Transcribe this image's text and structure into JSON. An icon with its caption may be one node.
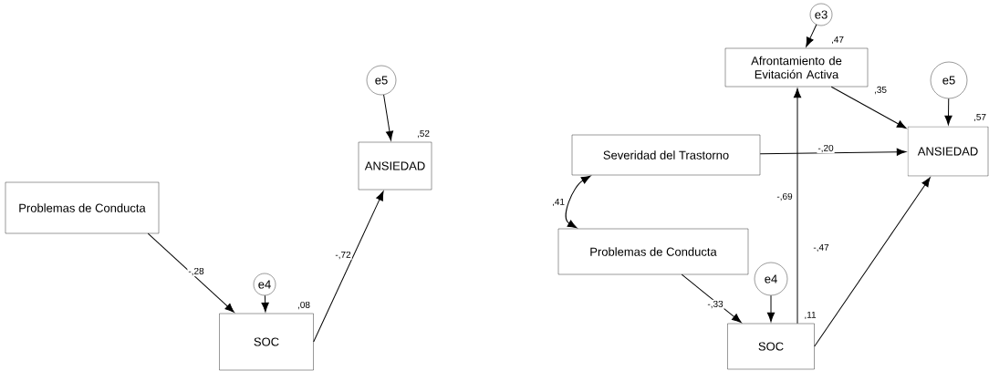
{
  "diagram": {
    "nodes": [
      {
        "text": [
          "Problemas de Conducta"
        ]
      },
      {
        "text": [
          "SOC"
        ],
        "beside": [
          ",08"
        ]
      },
      {
        "text": [
          "ANSIEDAD"
        ],
        "beside": [
          ",52"
        ]
      },
      {
        "text": [
          "e5"
        ]
      },
      {
        "text": [
          "e4"
        ]
      },
      {
        "text": [
          "e3"
        ]
      },
      {
        "text": [
          "Afrontamiento de Evitación Activa"
        ],
        "beside": [
          ",47"
        ]
      },
      {
        "text": [
          "e5"
        ]
      },
      {
        "text": [
          "ANSIEDAD"
        ],
        "beside": [
          ",57"
        ]
      },
      {
        "text": [
          "Severidad del Trastorno"
        ]
      },
      {
        "text": [
          "Problemas de Conducta"
        ]
      },
      {
        "text": [
          "e4"
        ]
      },
      {
        "text": [
          "SOC"
        ],
        "beside": [
          ",11"
        ]
      }
    ],
    "edges": [
      {
        "from": 0,
        "to": 1,
        "arrow": "to",
        "label": "-,28"
      },
      {
        "from": 1,
        "to": 2,
        "arrow": "to",
        "label": "-,72"
      },
      {
        "from": 3,
        "to": 2,
        "arrow": "to"
      },
      {
        "from": 4,
        "to": 1,
        "arrow": "to"
      },
      {
        "from": 5,
        "to": 6,
        "arrow": "to"
      },
      {
        "from": 6,
        "to": 8,
        "arrow": "to",
        "label": ",35"
      },
      {
        "from": 7,
        "to": 8,
        "arrow": "to"
      },
      {
        "from": 9,
        "to": 8,
        "arrow": "to",
        "label": "-,20"
      },
      {
        "from": 9,
        "to": 10,
        "arrow": "both",
        "label": ",41"
      },
      {
        "from": 10,
        "to": 12,
        "arrow": "to",
        "label": "-,33"
      },
      {
        "from": 11,
        "to": 12,
        "arrow": "to"
      },
      {
        "from": 12,
        "to": 6,
        "arrow": "to",
        "label": "-,69"
      },
      {
        "from": 12,
        "to": 8,
        "arrow": "to",
        "label": "-,47"
      }
    ]
  }
}
